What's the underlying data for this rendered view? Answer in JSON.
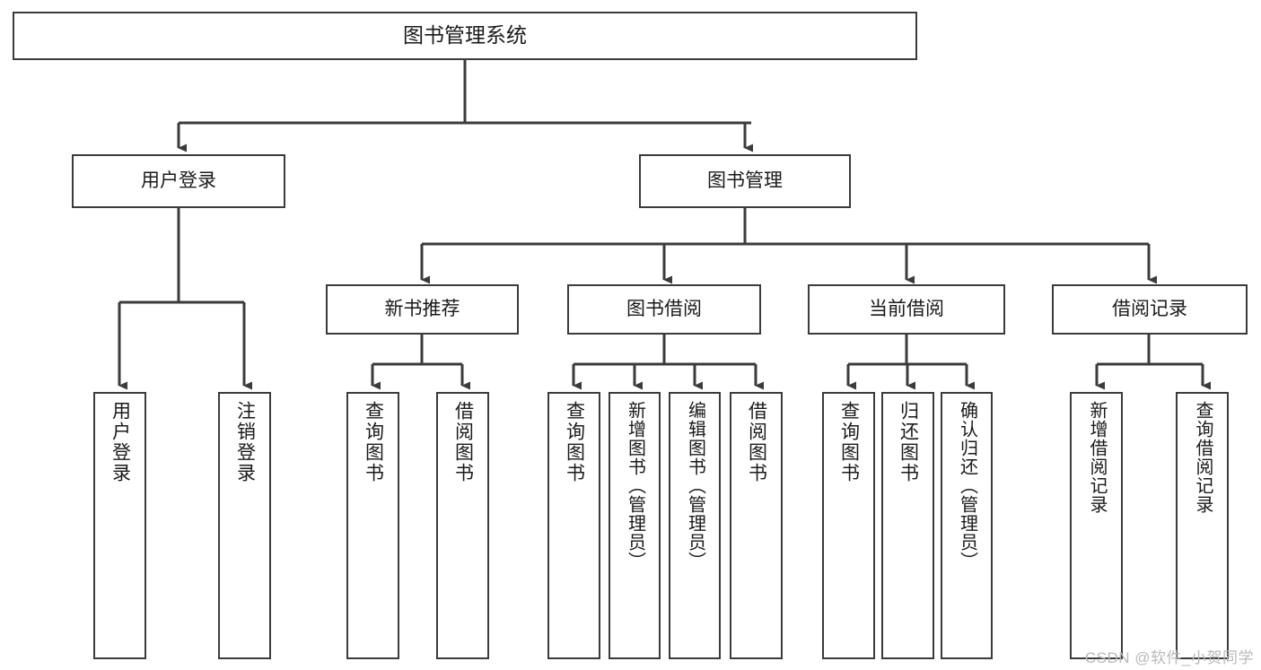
{
  "diagram": {
    "title": "图书管理系统",
    "type": "tree-hierarchy",
    "root": {
      "label": "图书管理系统"
    },
    "level2": [
      {
        "label": "用户登录"
      },
      {
        "label": "图书管理"
      }
    ],
    "level3": [
      {
        "label": "新书推荐"
      },
      {
        "label": "图书借阅"
      },
      {
        "label": "当前借阅"
      },
      {
        "label": "借阅记录"
      }
    ],
    "leaves": {
      "user_login": [
        {
          "label": "用户登录"
        },
        {
          "label": "注销登录"
        }
      ],
      "new_book_recommend": [
        {
          "label": "查询图书"
        },
        {
          "label": "借阅图书"
        }
      ],
      "book_borrow": [
        {
          "label": "查询图书"
        },
        {
          "label": "新增图书（管理员）"
        },
        {
          "label": "编辑图书（管理员）"
        },
        {
          "label": "借阅图书"
        }
      ],
      "current_borrow": [
        {
          "label": "查询图书"
        },
        {
          "label": "归还图书"
        },
        {
          "label": "确认归还（管理员）"
        }
      ],
      "borrow_record": [
        {
          "label": "新增借阅记录"
        },
        {
          "label": "查询借阅记录"
        }
      ]
    }
  },
  "watermark": {
    "text": "CSDN @软件_小贺同学"
  },
  "colors": {
    "stroke": "#3b3b3b",
    "background": "#ffffff",
    "text": "#1a1a1a",
    "watermark": "#b9b9b9"
  }
}
